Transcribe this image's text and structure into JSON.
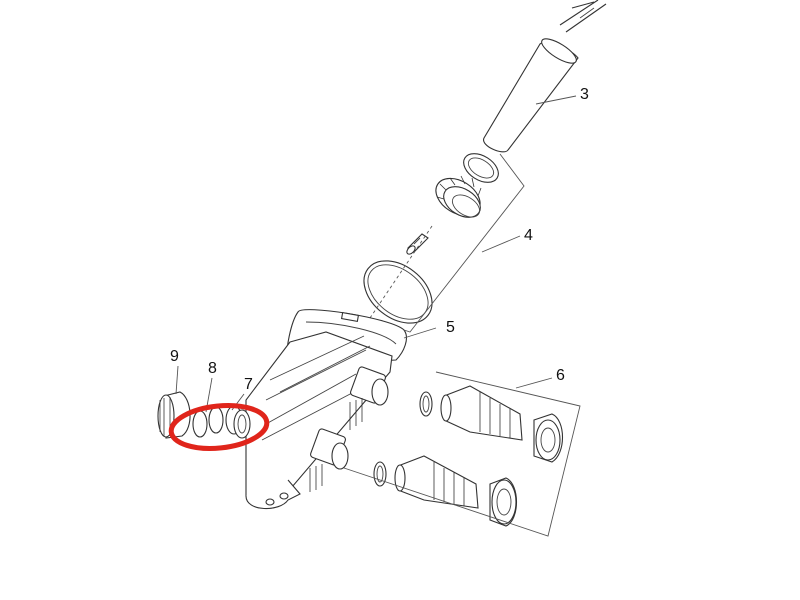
{
  "diagram": {
    "callouts": [
      {
        "label": "3"
      },
      {
        "label": "4"
      },
      {
        "label": "5"
      },
      {
        "label": "6"
      },
      {
        "label": "7"
      },
      {
        "label": "8"
      },
      {
        "label": "9"
      }
    ],
    "highlight": {
      "color": "#e0251b"
    },
    "line_color": "#333333"
  }
}
